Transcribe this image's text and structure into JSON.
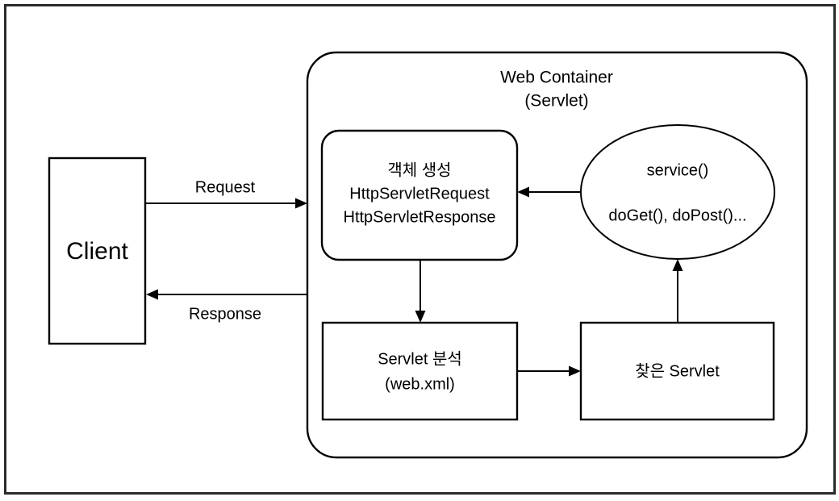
{
  "diagram": {
    "title_visible": false,
    "background_color": "#ffffff",
    "stroke_color": "#000000",
    "frame_color": "#2b2b2b",
    "nodes": {
      "client": {
        "label": "Client",
        "shape": "rectangle"
      },
      "web_container": {
        "label_line1": "Web Container",
        "label_line2": "(Servlet)",
        "shape": "rounded-rectangle"
      },
      "object_creation": {
        "label_line1": "객체 생성",
        "label_line2": "HttpServletRequest",
        "label_line3": "HttpServletResponse",
        "shape": "rounded-rectangle"
      },
      "service_method": {
        "label_line1": "service()",
        "label_line2": "doGet(), doPost()...",
        "shape": "ellipse"
      },
      "servlet_analysis": {
        "label_line1": "Servlet 분석",
        "label_line2": "(web.xml)",
        "shape": "rectangle"
      },
      "found_servlet": {
        "label": "찾은 Servlet",
        "shape": "rectangle"
      }
    },
    "edges": {
      "request": {
        "label": "Request",
        "from": "client",
        "to": "web-container"
      },
      "response": {
        "label": "Response",
        "from": "web-container",
        "to": "client"
      },
      "service_to_object": {
        "label": "",
        "from": "service-method",
        "to": "object-creation"
      },
      "object_to_analysis": {
        "label": "",
        "from": "object-creation",
        "to": "servlet-analysis"
      },
      "analysis_to_found": {
        "label": "",
        "from": "servlet-analysis",
        "to": "found-servlet"
      },
      "found_to_service": {
        "label": "",
        "from": "found-servlet",
        "to": "service-method"
      }
    }
  }
}
